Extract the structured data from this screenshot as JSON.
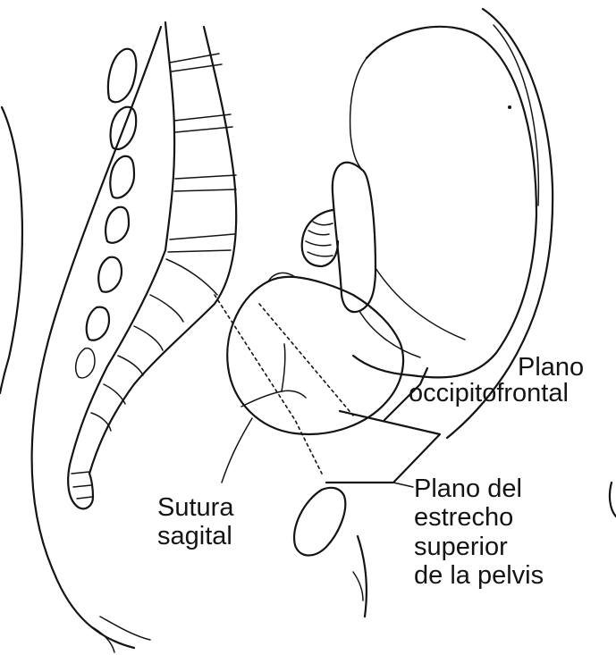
{
  "labels": {
    "plano_occipitofrontal": [
      "Plano",
      "occipitofrontal"
    ],
    "sutura_sagital": [
      "Sutura",
      "sagital"
    ],
    "plano_estrecho_superior": [
      "Plano del",
      "estrecho",
      "superior",
      "de la pelvis"
    ]
  },
  "colors": {
    "ink": "#141414",
    "paper": "#ffffff"
  }
}
